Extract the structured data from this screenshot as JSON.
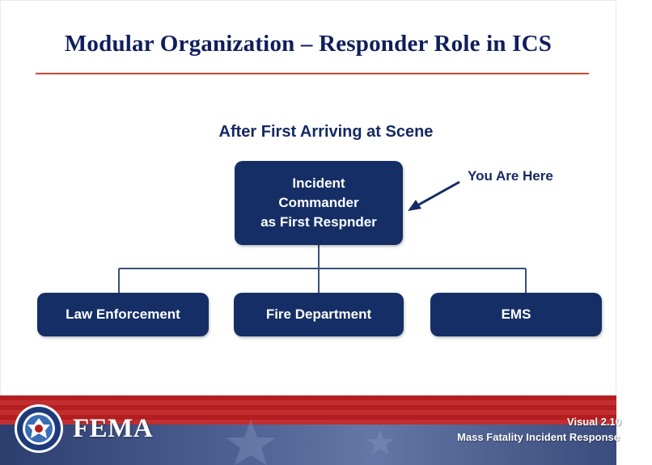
{
  "slide": {
    "title": "Modular Organization – Responder Role in ICS",
    "subtitle": "After First Arriving at Scene"
  },
  "org_chart": {
    "top_box": {
      "lines": [
        "Incident",
        "Commander",
        "as First Respnder"
      ]
    },
    "callout": "You Are Here",
    "children": [
      {
        "label": "Law Enforcement"
      },
      {
        "label": "Fire Department"
      },
      {
        "label": "EMS"
      }
    ]
  },
  "footer": {
    "agency": "FEMA",
    "visual": "Visual 2.10",
    "course": "Mass Fatality Incident Response"
  },
  "colors": {
    "box_fill": "#152f66",
    "title_text": "#0f1e5c",
    "rule": "#d6462c",
    "footer_red": "#b41d1f",
    "footer_blue": "#3b4c7a"
  },
  "icons": {
    "seal": "dhs-seal-icon",
    "callout_arrow": "arrow-pointer-icon"
  }
}
